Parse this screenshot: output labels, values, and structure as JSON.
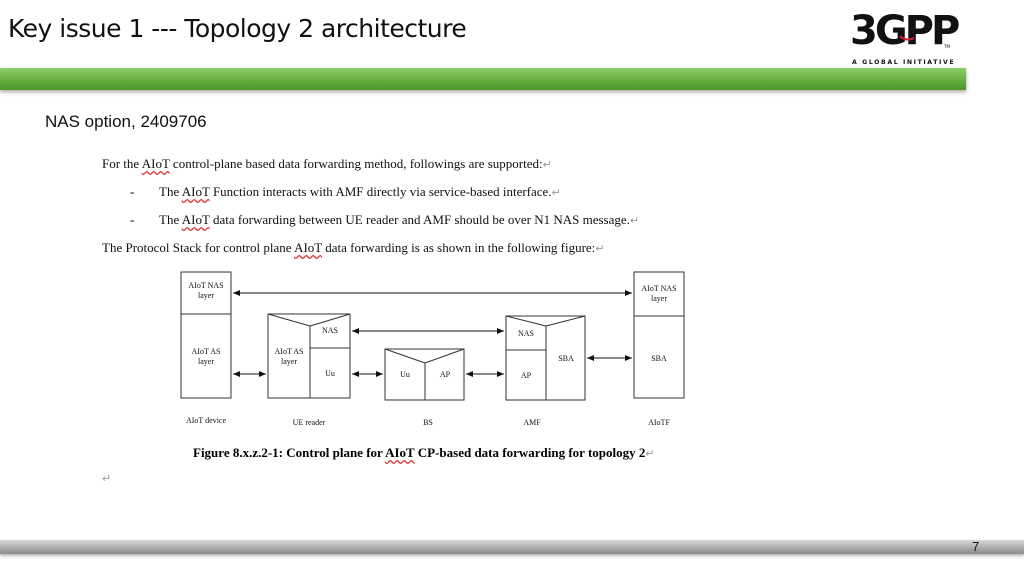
{
  "slide": {
    "title": "Key issue 1 --- Topology 2 architecture",
    "subtitle": "NAS option, 2409706",
    "page_number": "7"
  },
  "logo": {
    "text": "3GPP",
    "tagline": "A GLOBAL INITIATIVE",
    "tm": "TM"
  },
  "document": {
    "intro_pre": "For the ",
    "intro_term": "AIoT",
    "intro_post": " control-plane based data forwarding method, followings are supported:",
    "bullets": [
      {
        "dash": "-",
        "pre": "The ",
        "term": "AIoT",
        "post": " Function interacts with AMF directly via service-based interface."
      },
      {
        "dash": "-",
        "pre": "The ",
        "term": "AIoT",
        "post": " data forwarding between UE reader and AMF should be over N1 NAS message."
      }
    ],
    "stack_pre": "The Protocol Stack for control plane ",
    "stack_term": "AIoT",
    "stack_post": " data forwarding is as shown in the following figure:",
    "paragraph_mark": "↵",
    "caption_pre": "Figure 8.x.z.2-1: Control plane for ",
    "caption_term": "AIoT",
    "caption_post": " CP-based data forwarding for topology 2"
  },
  "diagram": {
    "device_nas_1": "AIoT NAS",
    "device_nas_2": "layer",
    "device_as_1": "AIoT AS",
    "device_as_2": "layer",
    "device_label": "AIoT device",
    "ue_as_1": "AIoT AS",
    "ue_as_2": "layer",
    "ue_nas": "NAS",
    "ue_uu": "Uu",
    "ue_label": "UE reader",
    "bs_uu": "Uu",
    "bs_ap": "AP",
    "bs_label": "BS",
    "amf_nas": "NAS",
    "amf_ap": "AP",
    "amf_sba": "SBA",
    "amf_label": "AMF",
    "tf_nas_1": "AIoT NAS",
    "tf_nas_2": "layer",
    "tf_sba": "SBA",
    "tf_label": "AIoTF"
  },
  "colors": {
    "green_bar": "#62ac3c",
    "gray_bar": "#a9a9a9",
    "logo_red": "#d02030"
  }
}
